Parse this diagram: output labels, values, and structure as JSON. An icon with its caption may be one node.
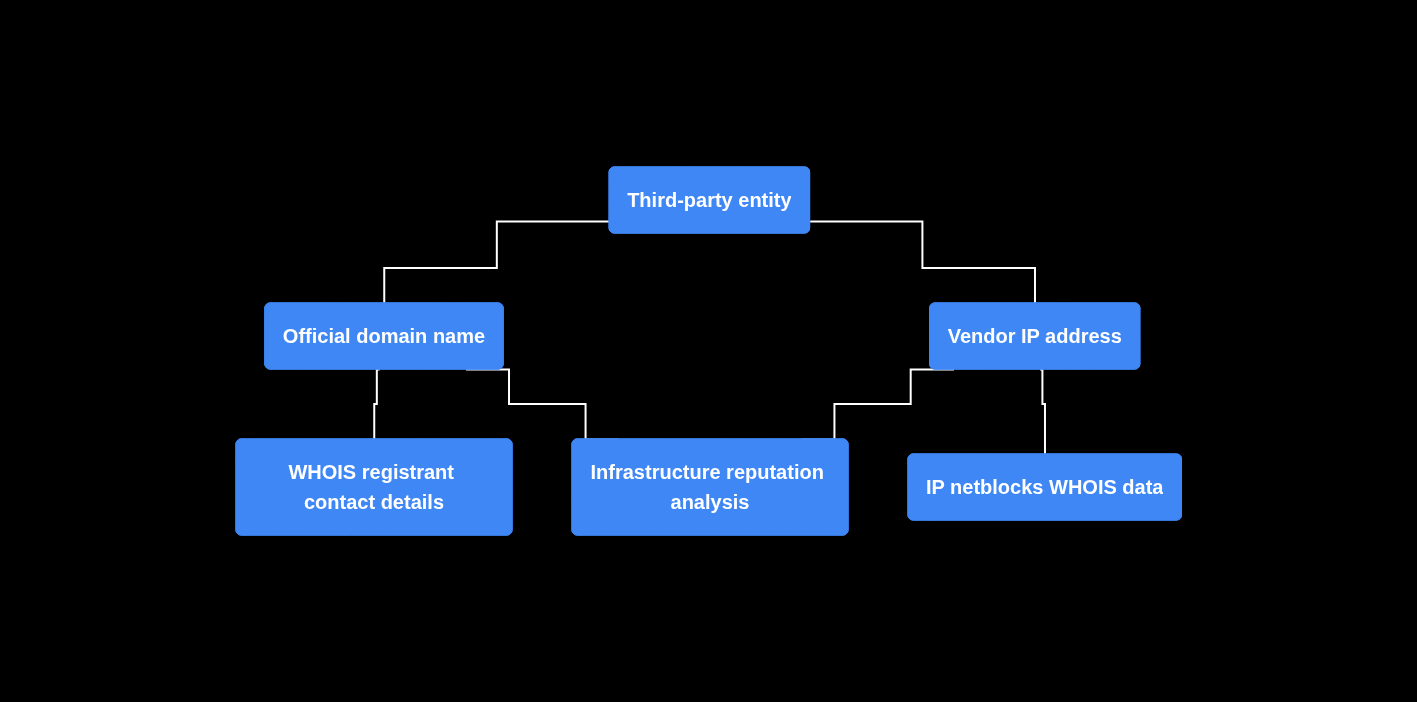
{
  "diagram": {
    "nodes": [
      {
        "text": [
          "Third-party entity"
        ]
      },
      {
        "text": [
          "Official domain name"
        ]
      },
      {
        "text": [
          "Vendor IP address"
        ]
      },
      {
        "text": [
          "WHOIS registrant contact details"
        ]
      },
      {
        "text": [
          "IP netblocks WHOIS data"
        ]
      },
      {
        "text": [
          "Infrastructure reputation analysis"
        ]
      }
    ],
    "edges": [
      {
        "from": 0,
        "to": 1,
        "arrow": "none"
      },
      {
        "from": 0,
        "to": 2,
        "arrow": "none"
      },
      {
        "from": 1,
        "to": 3,
        "arrow": "none"
      },
      {
        "from": 2,
        "to": 4,
        "arrow": "none"
      },
      {
        "from": 1,
        "to": 5,
        "arrow": "none"
      },
      {
        "from": 2,
        "to": 5,
        "arrow": "none"
      }
    ]
  }
}
